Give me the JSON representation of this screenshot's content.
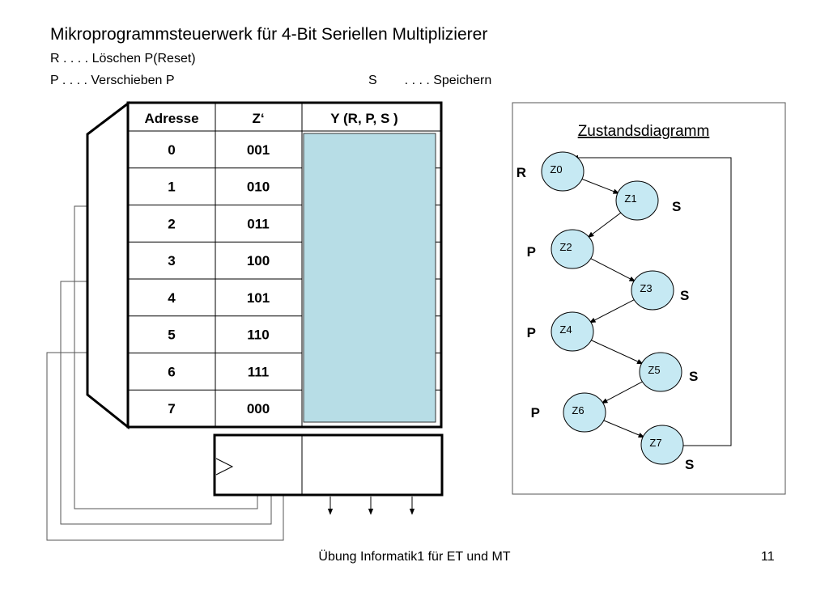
{
  "header": {
    "title": "Mikroprogrammsteuerwerk für 4-Bit Seriellen Multiplizierer",
    "legend_r": "R  . . . . Löschen P(Reset)",
    "legend_p": "P  . . . . Verschieben P",
    "legend_s_key": "S",
    "legend_s_text": ". . . .  Speichern"
  },
  "table": {
    "headers": [
      "Adresse",
      "Z‘",
      "Y (R, P, S )"
    ],
    "rows": [
      {
        "adresse": "0",
        "z": "001"
      },
      {
        "adresse": "1",
        "z": "010"
      },
      {
        "adresse": "2",
        "z": "011"
      },
      {
        "adresse": "3",
        "z": "100"
      },
      {
        "adresse": "4",
        "z": "101"
      },
      {
        "adresse": "5",
        "z": "110"
      },
      {
        "adresse": "6",
        "z": "111"
      },
      {
        "adresse": "7",
        "z": "000"
      }
    ],
    "y_fill_color": "#b7dde6"
  },
  "state_diagram": {
    "title": "Zustandsdiagramm",
    "node_color": "#c6e9f3",
    "states": [
      "Z0",
      "Z1",
      "Z2",
      "Z3",
      "Z4",
      "Z5",
      "Z6",
      "Z7"
    ],
    "outputs": [
      "R",
      "S",
      "P",
      "S",
      "P",
      "S",
      "P",
      "S"
    ]
  },
  "footer": {
    "text": "Übung Informatik1 für ET und MT",
    "page": "11"
  }
}
